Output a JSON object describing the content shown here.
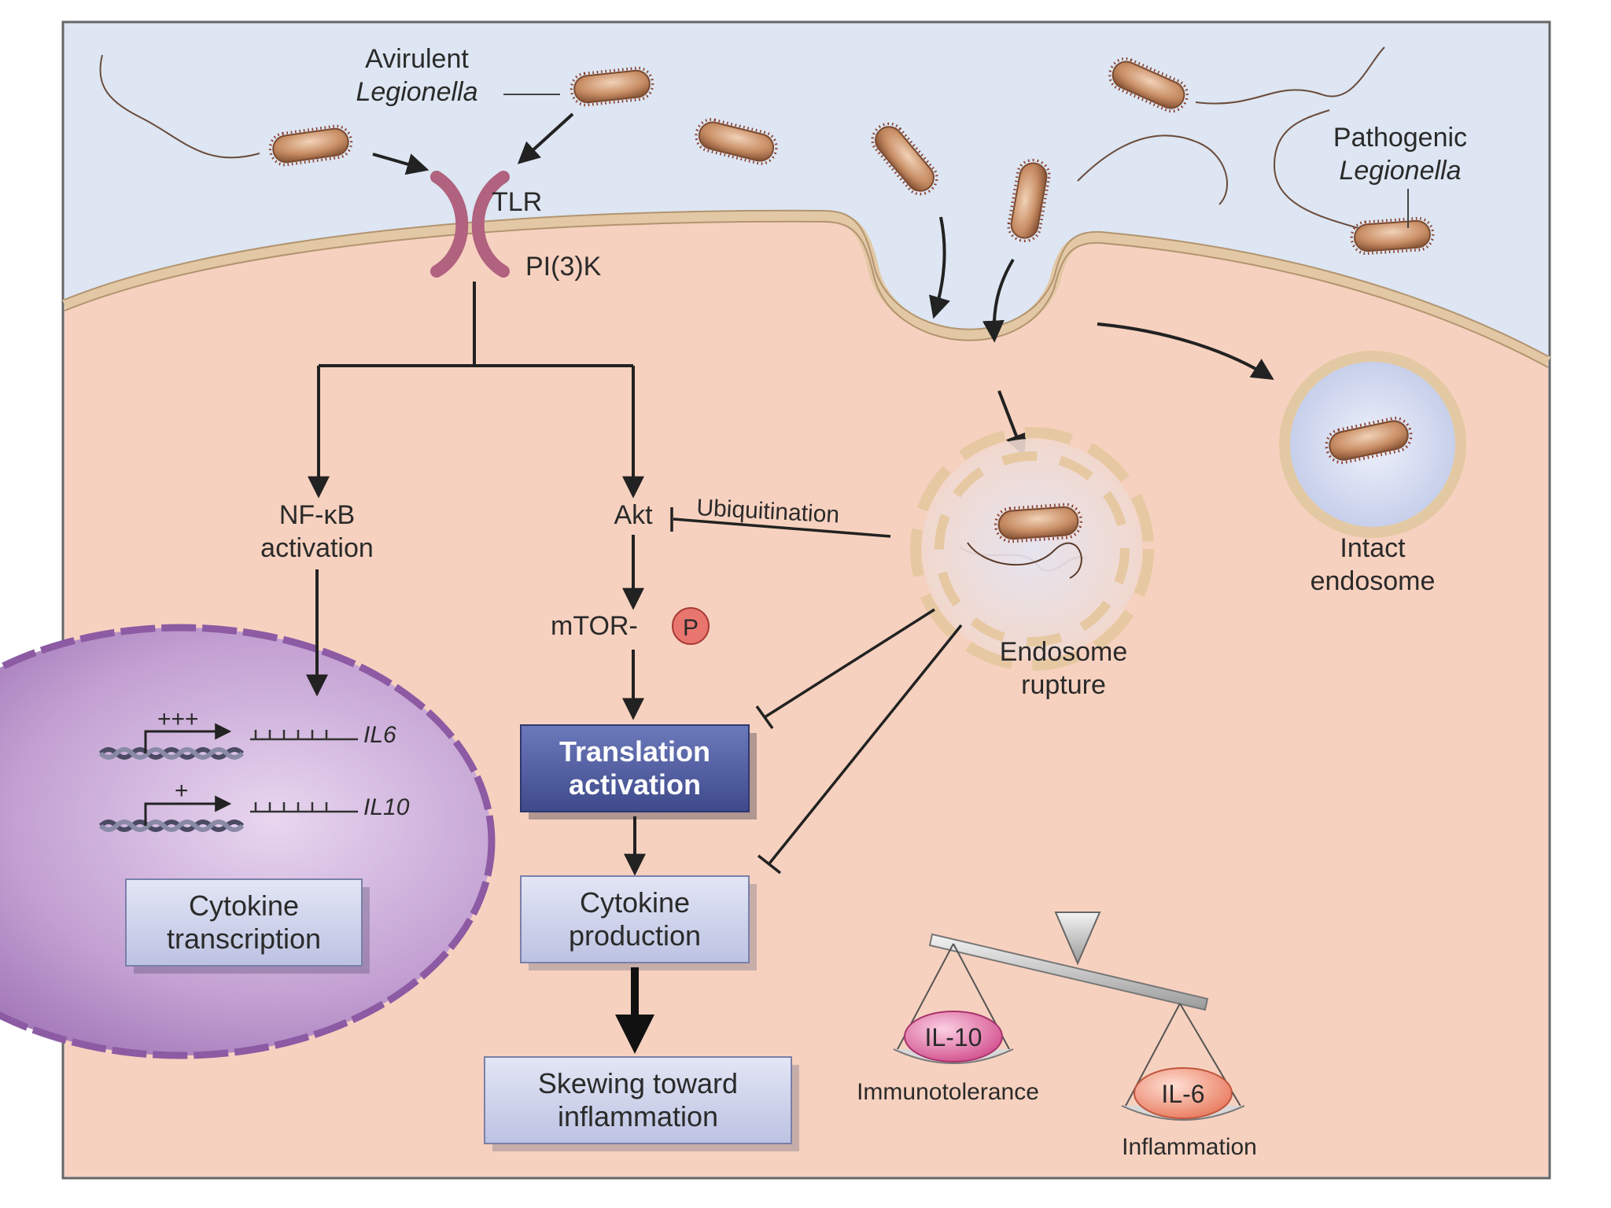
{
  "bacteria": {
    "avirulent_line1": "Avirulent",
    "avirulent_line2": "Legionella",
    "pathogenic_line1": "Pathogenic",
    "pathogenic_line2": "Legionella"
  },
  "receptor": {
    "tlr": "TLR",
    "pi3k": "PI(3)K"
  },
  "pathway": {
    "nfkb_line1": "NF-κB",
    "nfkb_line2": "activation",
    "akt": "Akt",
    "ubiquitination": "Ubiquitination",
    "mtor": "mTOR-",
    "phospho": "P"
  },
  "nucleus": {
    "plus3": "+++",
    "plus1": "+",
    "il6_gene": "IL6",
    "il10_gene": "IL10",
    "box_line1": "Cytokine",
    "box_line2": "transcription"
  },
  "boxes": {
    "translation_line1": "Translation",
    "translation_line2": "activation",
    "production_line1": "Cytokine",
    "production_line2": "production",
    "skewing_line1": "Skewing toward",
    "skewing_line2": "inflammation"
  },
  "endosomes": {
    "rupture_line1": "Endosome",
    "rupture_line2": "rupture",
    "intact_line1": "Intact",
    "intact_line2": "endosome"
  },
  "balance": {
    "il10": "IL-10",
    "il6": "IL-6",
    "immunotolerance": "Immunotolerance",
    "inflammation": "Inflammation"
  },
  "colors": {
    "extracellular": "#dde6f2",
    "cytoplasm": "#f7d1bf",
    "membrane": "#e0c6a0",
    "nucleus": "#b48bc4",
    "translation_box": "#4f5d9e",
    "light_box": "#c9cde8",
    "receptor": "#b0627e",
    "bacterium": "#c9906a",
    "il10": "#e06aa0",
    "il6": "#f09a82"
  }
}
